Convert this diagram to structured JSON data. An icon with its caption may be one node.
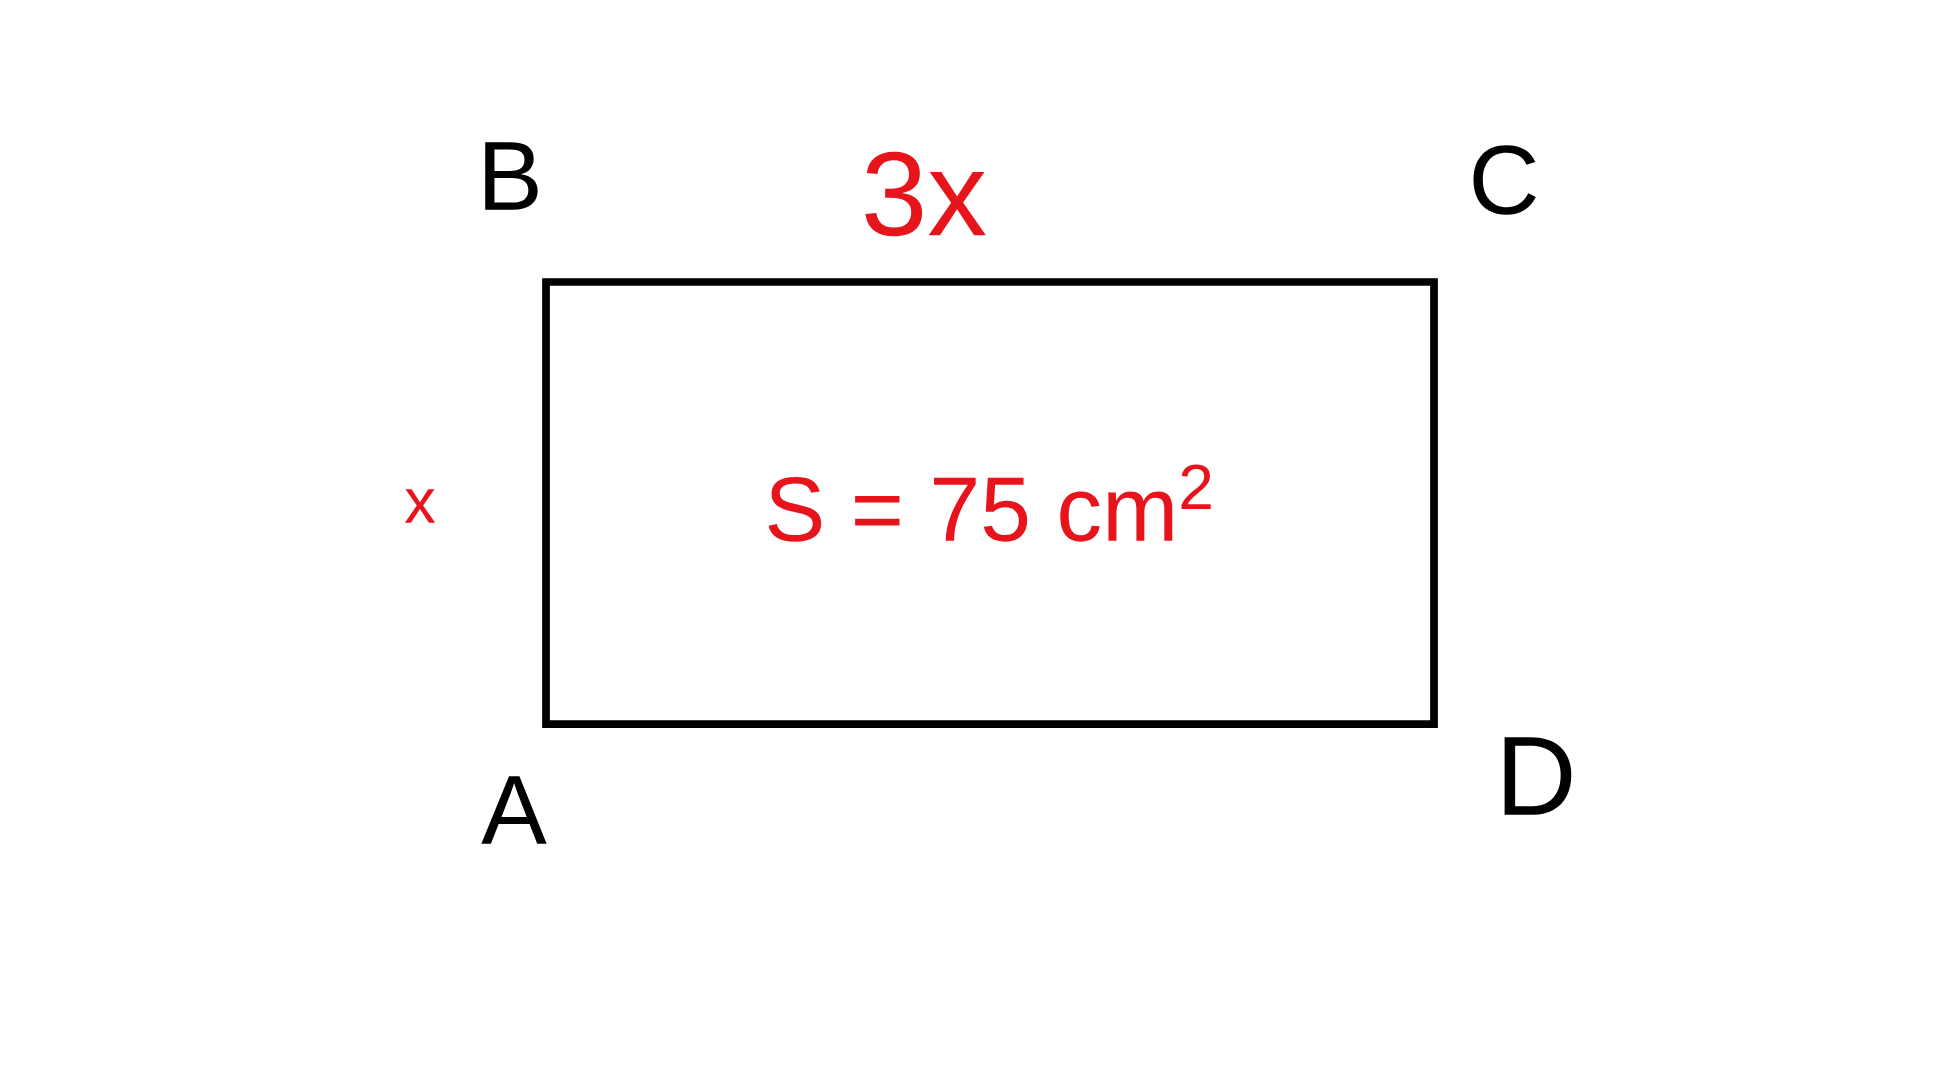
{
  "diagram": {
    "nodes": [
      {
        "text": [
          "S = 75 cm$^{2}$"
        ]
      }
    ],
    "labels": [
      "B",
      "3x",
      "C",
      "x",
      "A",
      "D"
    ]
  }
}
